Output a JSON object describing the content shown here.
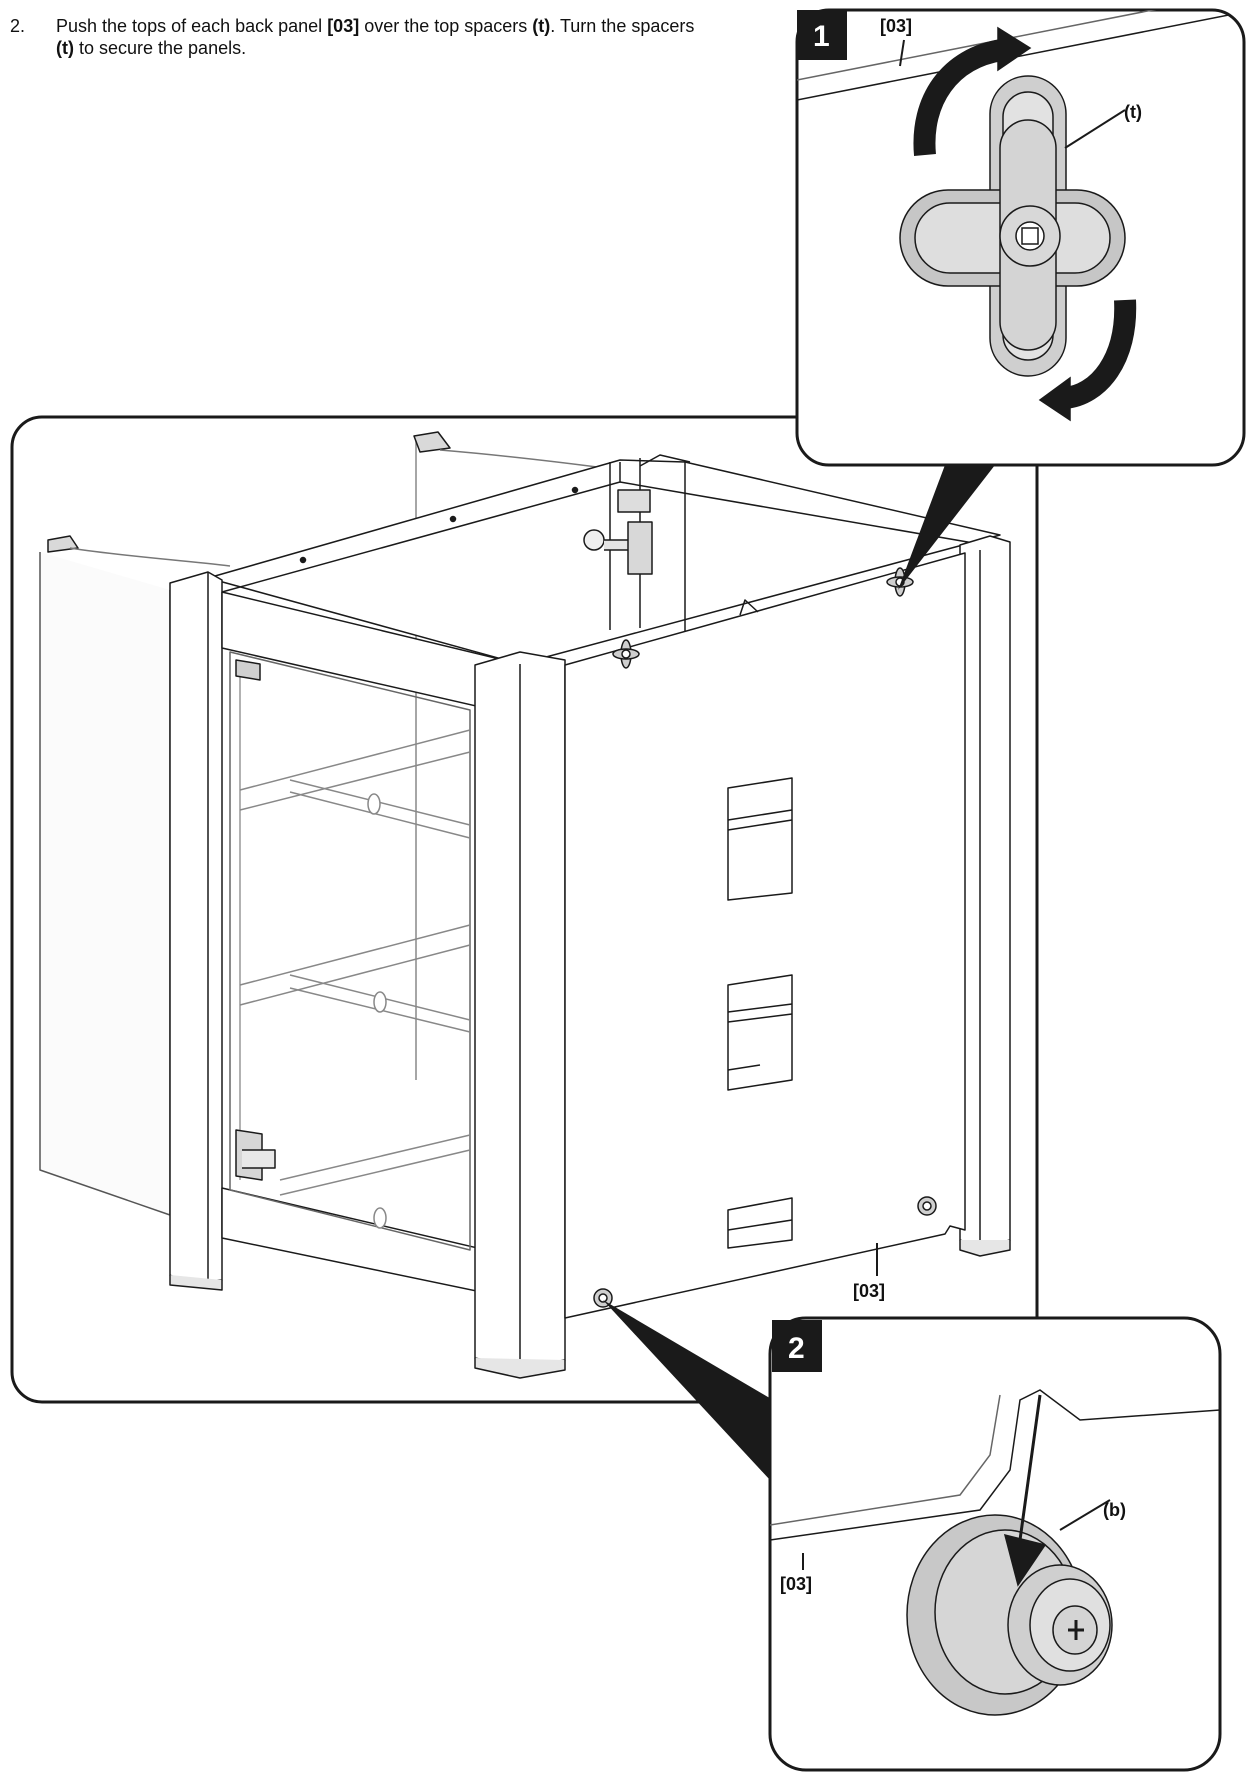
{
  "step": {
    "number": "2.",
    "text_1": "Push the tops of each back panel ",
    "part_panel": "[03]",
    "text_2": " over the top spacers ",
    "part_spacer": "(t)",
    "text_3": ". Turn the spacers ",
    "part_spacer_2": "(t)",
    "text_4": " to secure the panels."
  },
  "callouts": {
    "detail1_number": "1",
    "detail2_number": "2"
  },
  "labels": {
    "d1_panel": "[03]",
    "d1_spacer": "(t)",
    "main_panel": "[03]",
    "d2_panel": "[03]",
    "d2_part": "(b)"
  },
  "colors": {
    "line": "#1a1a1a",
    "part_fill": "#cfcfcf",
    "badge": "#1a1a1a"
  }
}
